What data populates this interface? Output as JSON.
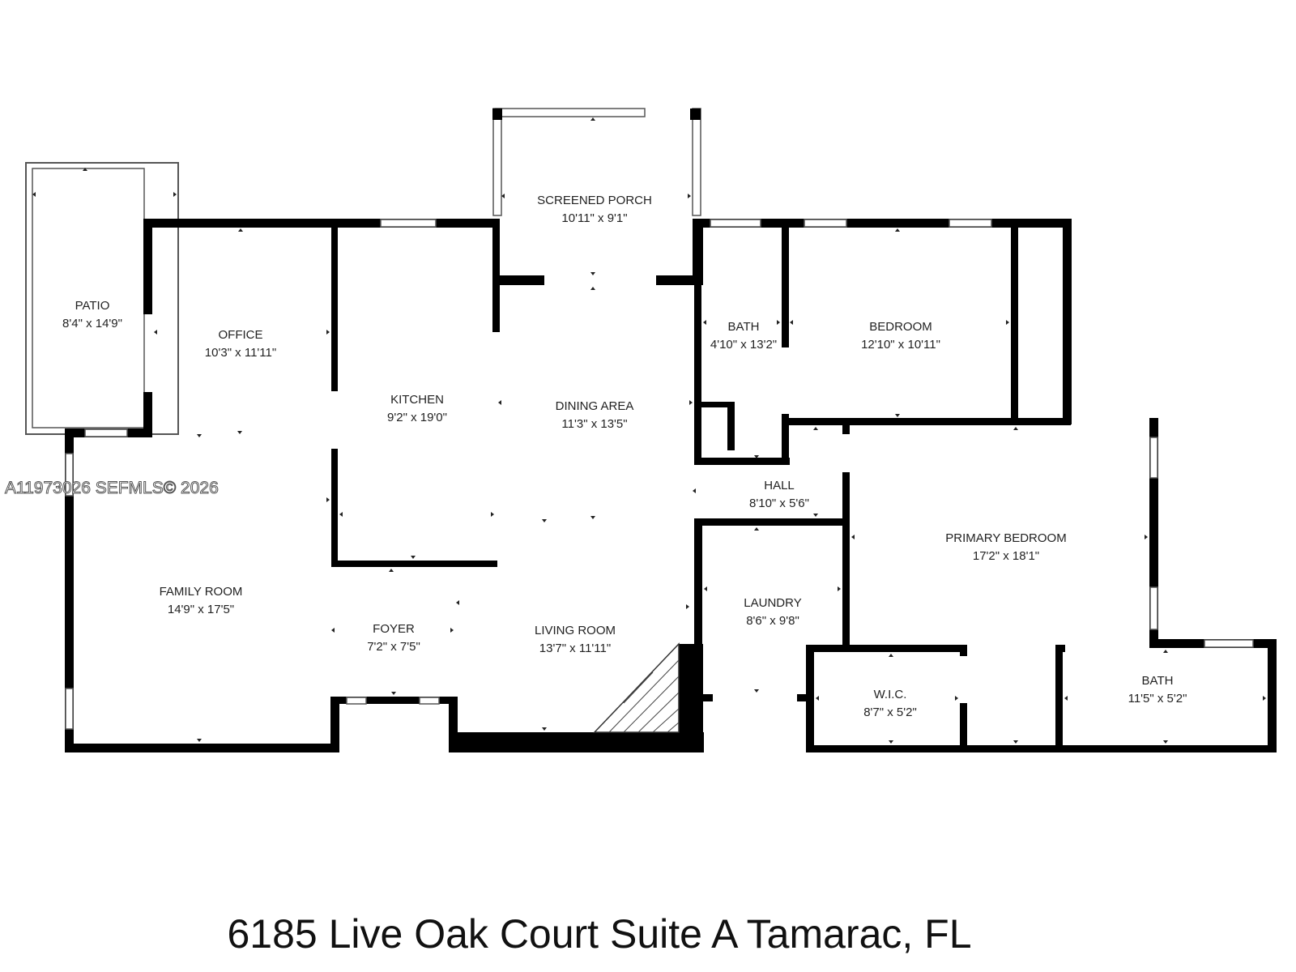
{
  "rooms": {
    "patio": {
      "name": "PATIO",
      "dims": "8'4\" x 14'9\""
    },
    "office": {
      "name": "OFFICE",
      "dims": "10'3\" x 11'11\""
    },
    "kitchen": {
      "name": "KITCHEN",
      "dims": "9'2\" x 19'0\""
    },
    "screened_porch": {
      "name": "SCREENED PORCH",
      "dims": "10'11\" x 9'1\""
    },
    "dining_area": {
      "name": "DINING AREA",
      "dims": "11'3\" x 13'5\""
    },
    "bath_1": {
      "name": "BATH",
      "dims": "4'10\" x 13'2\""
    },
    "bedroom": {
      "name": "BEDROOM",
      "dims": "12'10\" x 10'11\""
    },
    "hall": {
      "name": "HALL",
      "dims": "8'10\" x 5'6\""
    },
    "primary_bedroom": {
      "name": "PRIMARY BEDROOM",
      "dims": "17'2\" x 18'1\""
    },
    "family_room": {
      "name": "FAMILY ROOM",
      "dims": "14'9\" x 17'5\""
    },
    "foyer": {
      "name": "FOYER",
      "dims": "7'2\" x 7'5\""
    },
    "living_room": {
      "name": "LIVING ROOM",
      "dims": "13'7\" x 11'11\""
    },
    "laundry": {
      "name": "LAUNDRY",
      "dims": "8'6\" x 9'8\""
    },
    "wic": {
      "name": "W.I.C.",
      "dims": "8'7\" x 5'2\""
    },
    "bath_2": {
      "name": "BATH",
      "dims": "11'5\" x 5'2\""
    }
  },
  "watermark": "A11973026  SEFMLS© 2026",
  "address": "6185 Live Oak Court Suite A Tamarac, FL"
}
